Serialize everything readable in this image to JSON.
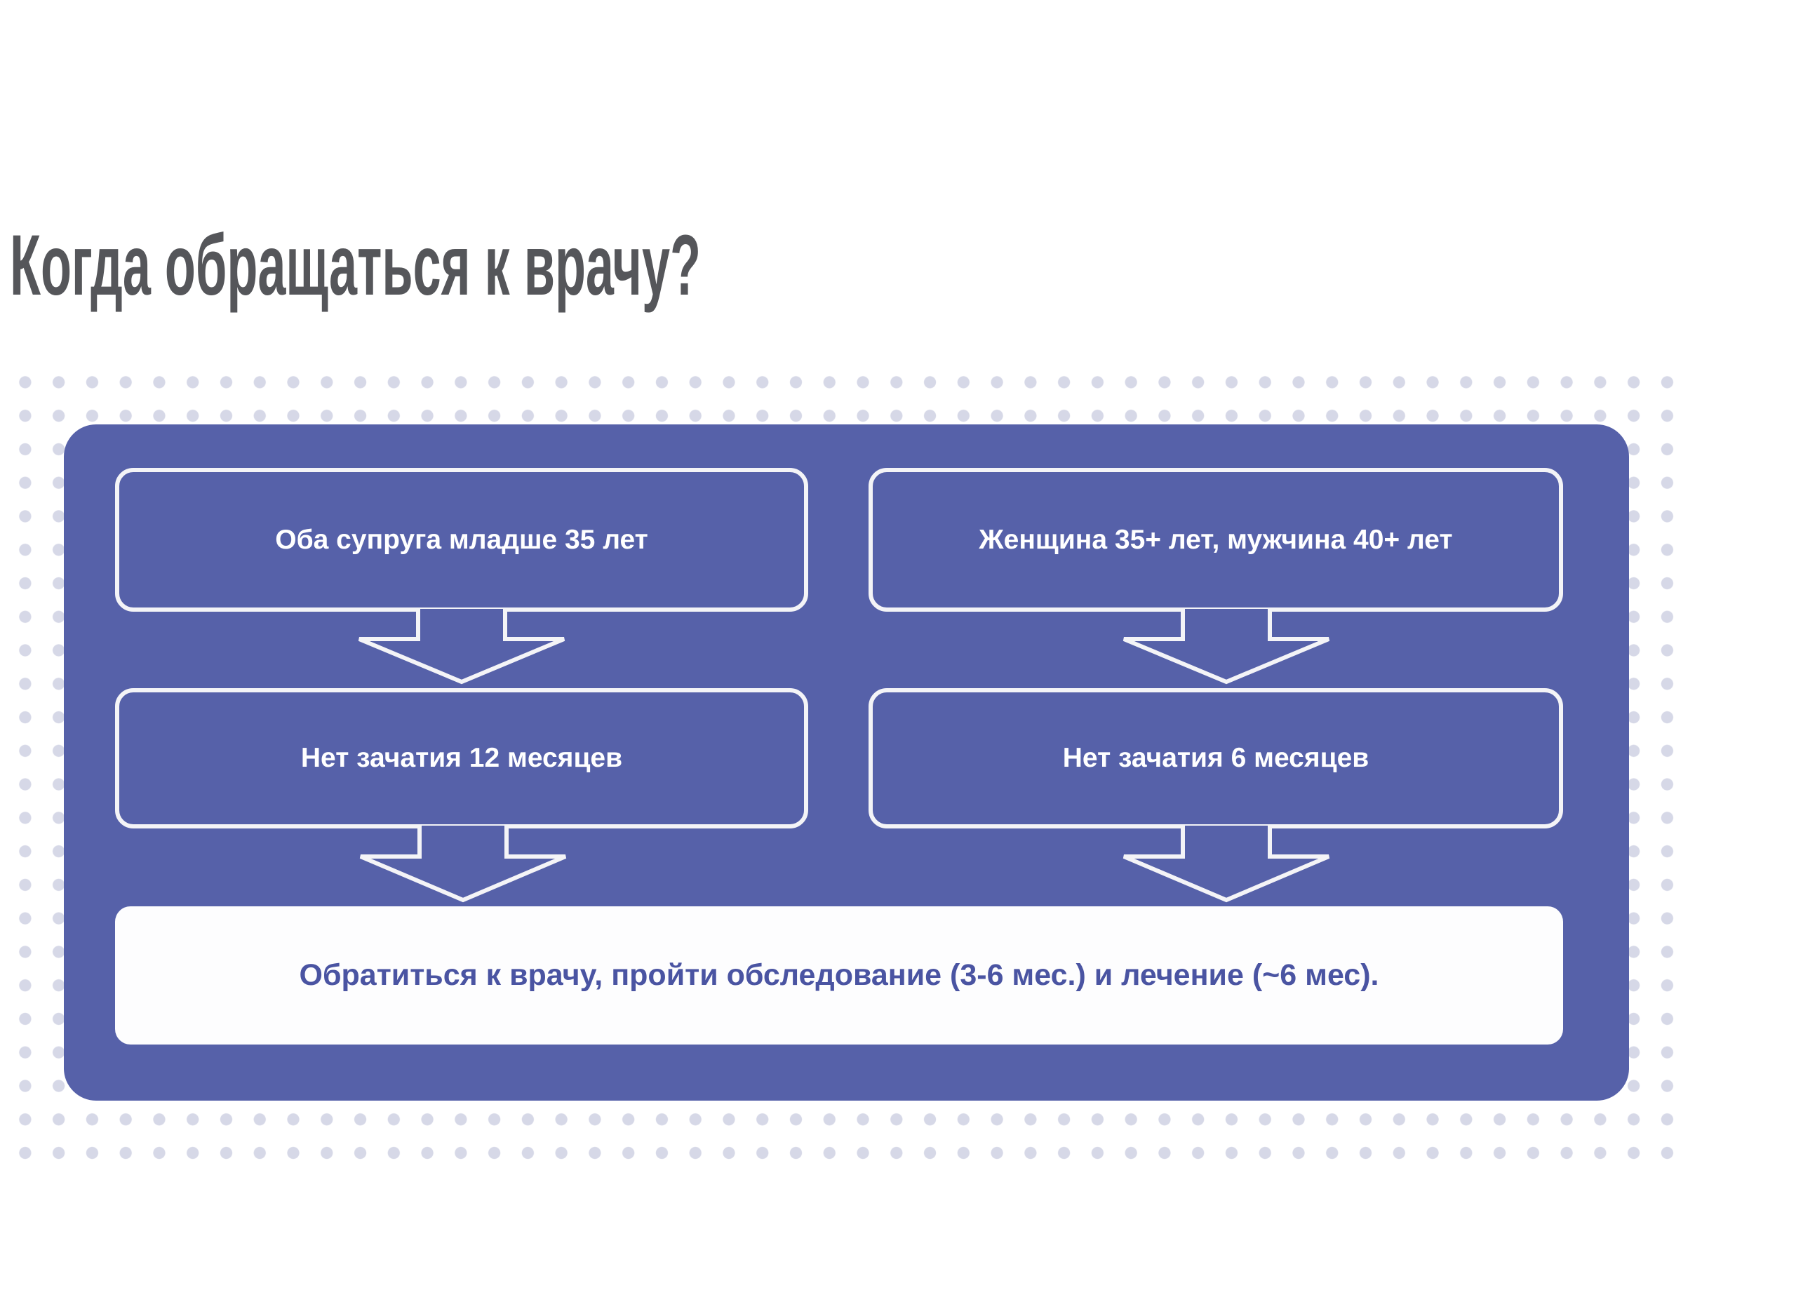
{
  "title": "Когда обращаться к врачу?",
  "flowchart": {
    "boxes": [
      {
        "id": "left-age",
        "label": "Оба супруга младше 35 лет"
      },
      {
        "id": "right-age",
        "label": "Женщина 35+ лет, мужчина 40+ лет"
      },
      {
        "id": "left-wait",
        "label": "Нет зачатия 12 месяцев"
      },
      {
        "id": "right-wait",
        "label": "Нет зачатия 6 месяцев"
      }
    ],
    "result": {
      "label": "Обратиться к врачу, пройти обследование (3-6 мес.) и лечение (~6 мес)."
    }
  },
  "colors": {
    "background": "#ffffff",
    "panel": "#5661a9",
    "dot": "#d6d8e7",
    "stroke": "#f4f4f7",
    "title": "#55565a",
    "box_text": "#ffffff",
    "result_bg": "#fdfdfe",
    "result_text": "#4a54a2"
  }
}
